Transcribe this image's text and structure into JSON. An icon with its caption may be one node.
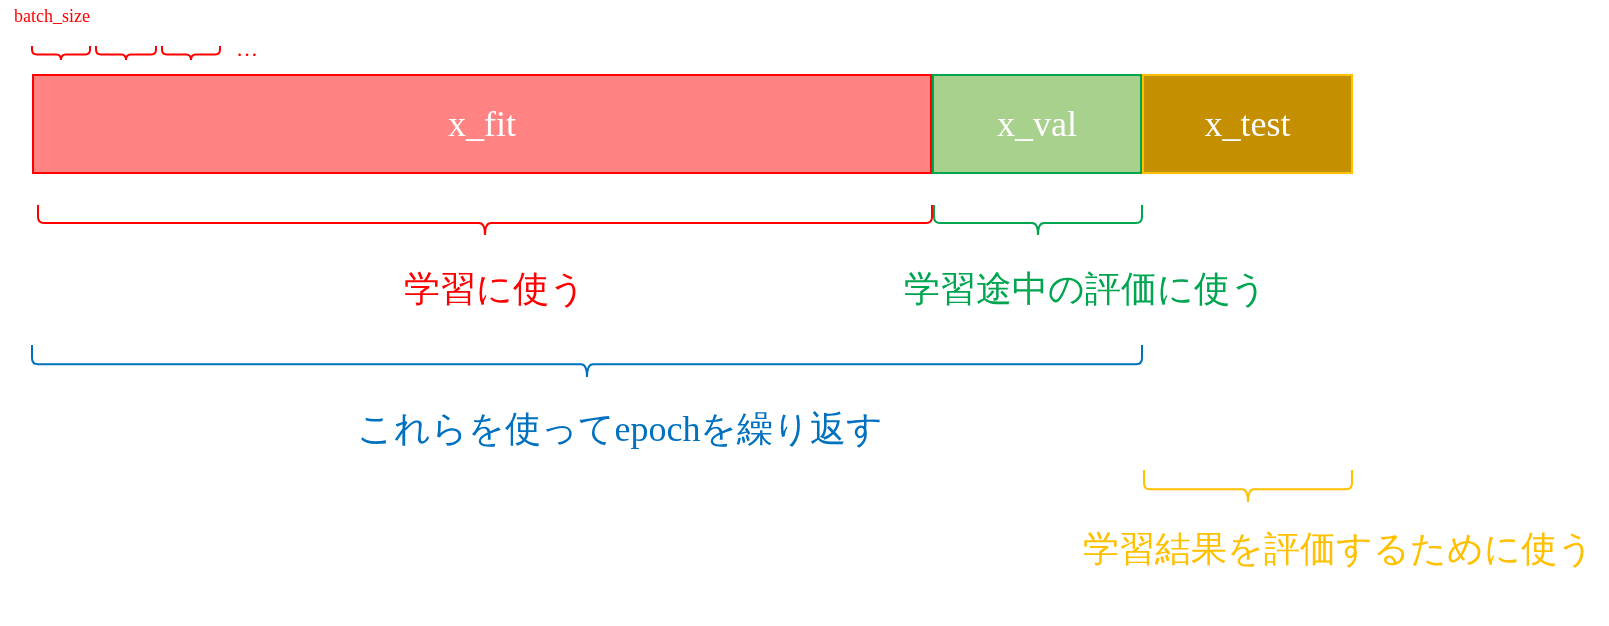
{
  "diagram": {
    "nodes": [
      {
        "text": [
          "x_fit"
        ]
      },
      {
        "text": [
          "x_val"
        ]
      },
      {
        "text": [
          "x_test"
        ]
      }
    ],
    "labels": [
      "batch_size",
      "…",
      "学習に使う",
      "学習途中の評価に使う",
      "これらを使ってepochを繰り返す",
      "学習結果を評価するために使う"
    ]
  }
}
